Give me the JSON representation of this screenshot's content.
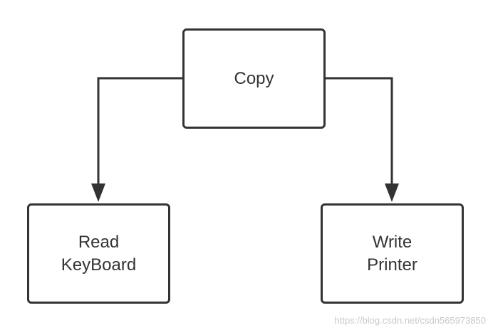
{
  "nodes": {
    "copy": {
      "line1": "Copy"
    },
    "read": {
      "line1": "Read",
      "line2": "KeyBoard"
    },
    "write": {
      "line1": "Write",
      "line2": "Printer"
    }
  },
  "watermark": "https://blog.csdn.net/csdn565973850",
  "colors": {
    "stroke": "#333333",
    "text": "#333333",
    "watermark": "#c8c8c8",
    "background": "#ffffff"
  }
}
